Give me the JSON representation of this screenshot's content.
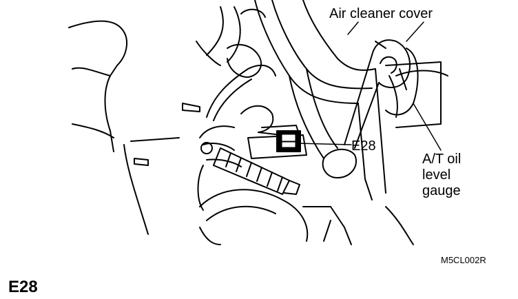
{
  "labels": {
    "air_cleaner_cover": "Air cleaner cover",
    "connector_callout": "E28",
    "at_oil_level_gauge": "A/T oil\nlevel\ngauge"
  },
  "figure_code": "M5CL002R",
  "connector_title": "E28",
  "colors": {
    "ink": "#000000",
    "paper": "#ffffff"
  }
}
